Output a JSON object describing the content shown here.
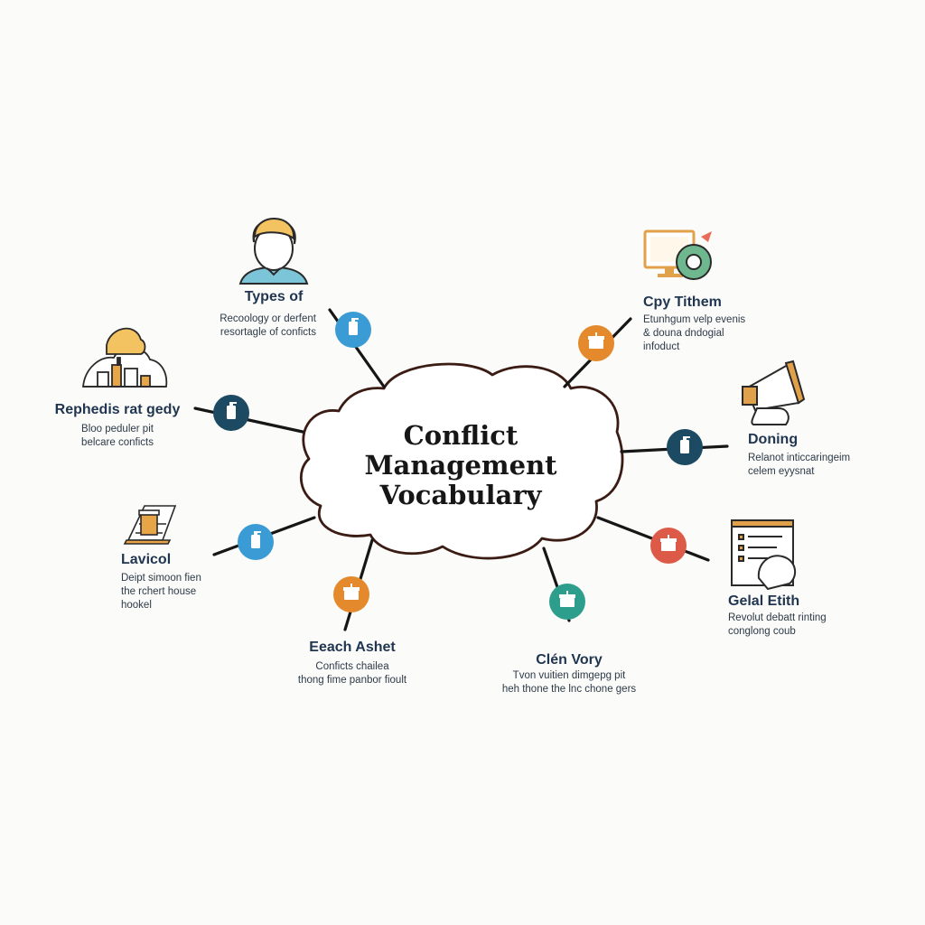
{
  "center": {
    "lines": [
      "Conflict",
      "Management",
      "Vocabulary"
    ]
  },
  "colors": {
    "blue": "#3a9bd5",
    "navy": "#1d4a63",
    "orange": "#e48a2c",
    "red": "#dd5a48",
    "teal": "#2e9e8c",
    "gold": "#d9a237",
    "line": "#161616"
  },
  "nodes": [
    {
      "id": "types",
      "title": "Types of",
      "desc": [
        "Recoology or derfent",
        "resortagle of conficts"
      ],
      "icon": "person-avatar-icon",
      "marker": "bottle-icon",
      "color": "blue"
    },
    {
      "id": "rephedis",
      "title": "Rephedis rat gedy",
      "desc": [
        "Bloo peduler pit",
        "belcare conficts"
      ],
      "icon": "town-cloud-icon",
      "marker": "bottle-icon",
      "color": "navy"
    },
    {
      "id": "lavicol",
      "title": "Lavicol",
      "desc": [
        "Deipt simoon fien",
        "the rchert house",
        "hookel"
      ],
      "icon": "notebook-cup-icon",
      "marker": "bottle-icon",
      "color": "blue"
    },
    {
      "id": "eeach",
      "title": "Eeach Ashet",
      "desc": [
        "Conficts chailea",
        "thong fime panbor fioult"
      ],
      "icon": "",
      "marker": "gift-icon",
      "color": "orange"
    },
    {
      "id": "clen",
      "title": "Clén Vory",
      "desc": [
        "Tvon vuitien dimgepg pit",
        "heh thone the lnc chone gers"
      ],
      "icon": "",
      "marker": "gift-icon",
      "color": "teal"
    },
    {
      "id": "gelal",
      "title": "Gelal Etith",
      "desc": [
        "Revolut debatt rinting",
        "conglong coub"
      ],
      "icon": "document-hand-icon",
      "marker": "gift-icon",
      "color": "red"
    },
    {
      "id": "doning",
      "title": "Doning",
      "desc": [
        "Relanot inticcaringeim",
        "celem eyysnat"
      ],
      "icon": "megaphone-icon",
      "marker": "bottle-icon",
      "color": "navy"
    },
    {
      "id": "cpy",
      "title": "Cpy Tithem",
      "desc": [
        "Etunhgum velp evenis",
        "& douna dndogial",
        "infoduct"
      ],
      "icon": "monitor-gear-icon",
      "marker": "gift-icon",
      "color": "orange"
    }
  ]
}
